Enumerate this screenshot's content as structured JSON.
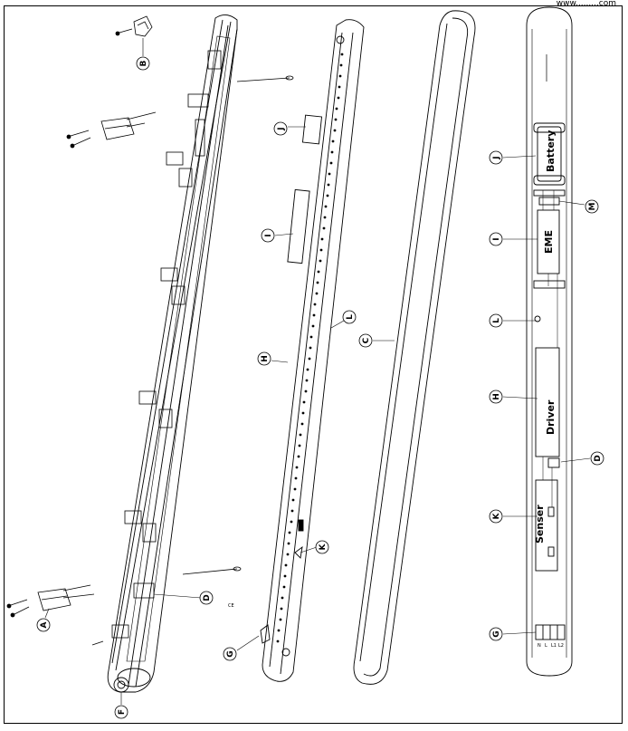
{
  "header": {
    "site_url": "www.........com"
  },
  "labels": {
    "A": "A",
    "B": "B",
    "C": "C",
    "D": "D",
    "F": "F",
    "G": "G",
    "H": "H",
    "I": "I",
    "J": "J",
    "K": "K",
    "L": "L",
    "M": "M"
  },
  "components": {
    "battery": "Battery",
    "eme": "EME",
    "driver": "Driver",
    "sensor": "Senser"
  },
  "terminals": [
    "N",
    "L",
    "L1",
    "L2"
  ],
  "small_mark": "CE"
}
